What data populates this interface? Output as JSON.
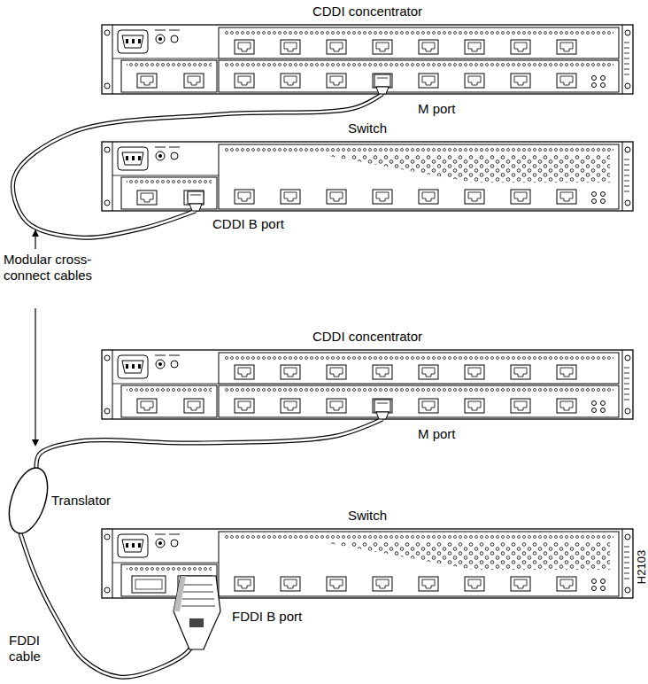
{
  "diagram": {
    "nodes": [
      {
        "text": [
          "CDDI concentrator",
          "M port"
        ]
      },
      {
        "text": [
          "Switch",
          "CDDI B port"
        ]
      },
      {
        "text": [
          "CDDI concentrator",
          "M port"
        ]
      },
      {
        "text": [
          "Translator"
        ]
      },
      {
        "text": [
          "Switch",
          "FDDI B port"
        ]
      }
    ],
    "edges": [
      {
        "from": 0,
        "to": 1,
        "arrow": "none"
      },
      {
        "from": 2,
        "to": 3,
        "arrow": "none"
      },
      {
        "from": 3,
        "to": 4,
        "arrow": "none"
      }
    ],
    "labels": [
      "Modular cross-connect cables",
      "FDDI cable",
      "H2103"
    ]
  }
}
